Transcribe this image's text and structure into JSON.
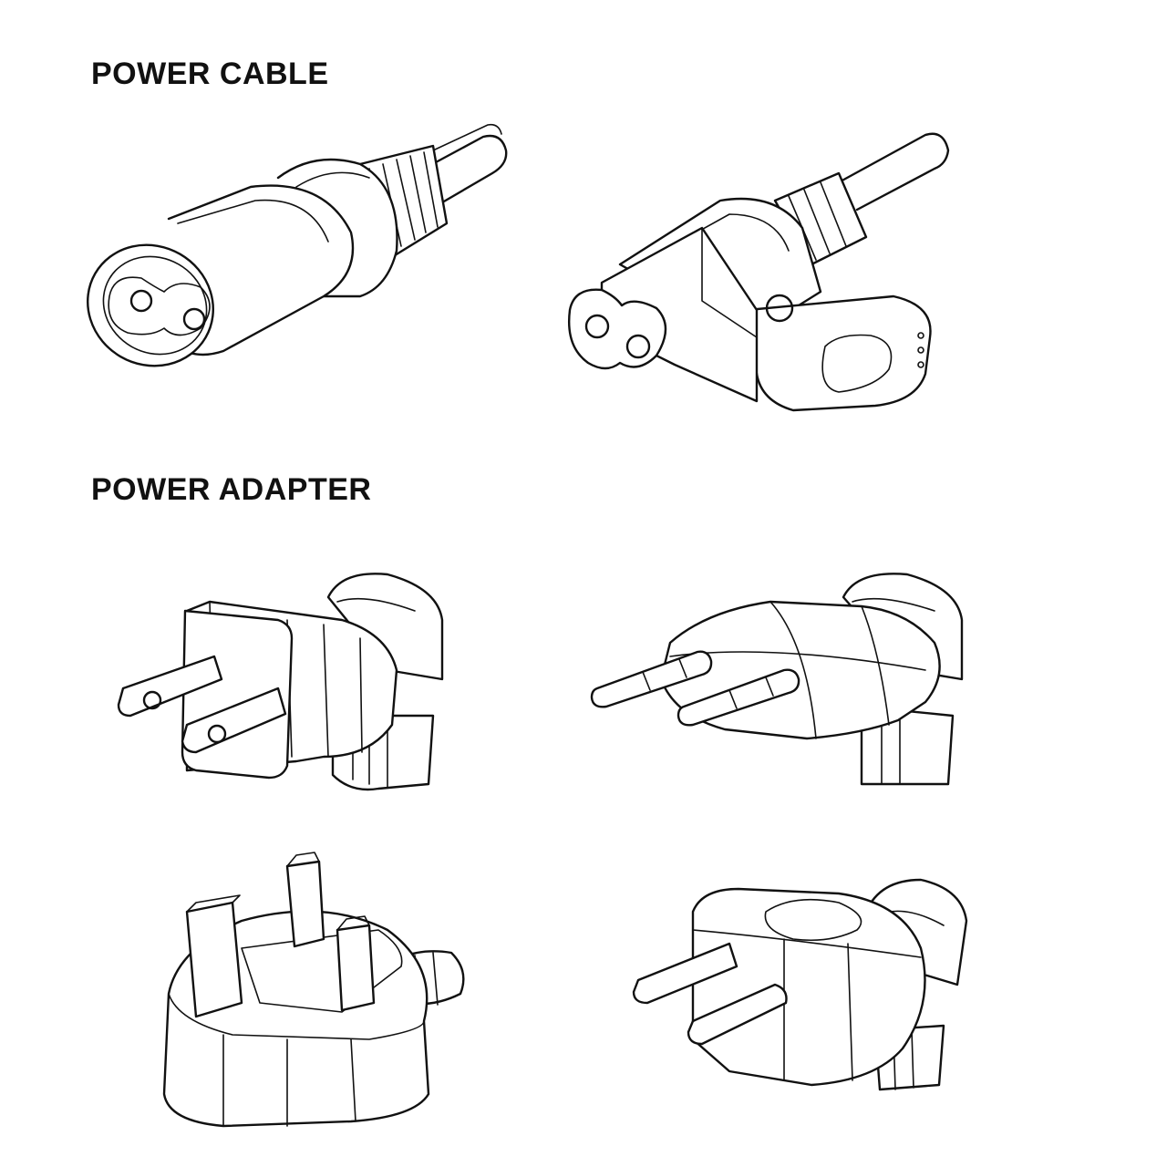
{
  "sections": {
    "power_cable": {
      "title": "POWER CABLE"
    },
    "power_adapter": {
      "title": "POWER ADAPTER"
    }
  },
  "figures": [
    {
      "name": "c7-straight-connector-icon",
      "section": "power_cable"
    },
    {
      "name": "c7-right-angle-connector-icon",
      "section": "power_cable"
    },
    {
      "name": "us-plug-adapter-icon",
      "section": "power_adapter"
    },
    {
      "name": "eu-plug-adapter-icon",
      "section": "power_adapter"
    },
    {
      "name": "uk-plug-adapter-icon",
      "section": "power_adapter"
    },
    {
      "name": "au-plug-adapter-icon",
      "section": "power_adapter"
    }
  ],
  "colors": {
    "line": "#111111",
    "background": "#ffffff"
  }
}
